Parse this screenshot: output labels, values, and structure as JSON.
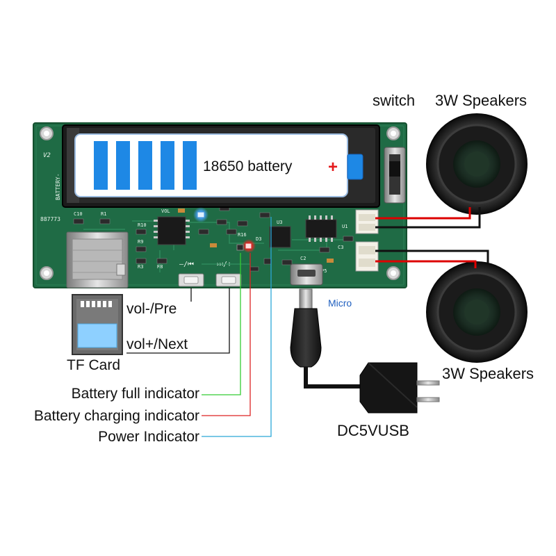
{
  "labels": {
    "switch": "switch",
    "speakers_top": "3W Speakers",
    "speakers_bottom": "3W Speakers",
    "battery": "18650 battery",
    "battery_plus": "+",
    "micro": "Micro",
    "vol_minus": "vol-/Pre",
    "vol_plus": "vol+/Next",
    "tf_card": "TF Card",
    "battery_full": "Battery full indicator",
    "battery_charging": "Battery charging indicator",
    "power_indicator": "Power Indicator",
    "dc5vusb": "DC5VUSB"
  },
  "silkscreen": {
    "board_version": "V2",
    "battery_minus": "BATTERY-",
    "board_id": "887773",
    "c10": "C10",
    "r1": "R1",
    "vol_pad": "VOL",
    "r10": "R10",
    "r9": "R9",
    "r3": "R3",
    "r8": "R8",
    "r16": "R16",
    "d3": "D3",
    "u1": "U1",
    "u3": "U3",
    "c2": "C2",
    "c3": "C3",
    "p5": "P5",
    "button_prev": "—/⏮",
    "button_next": "⏭/+"
  },
  "colors": {
    "pcb": "#1f6b45",
    "battery_level": "#1e88e5",
    "led_full": "#33cc33",
    "led_charging": "#dd2222",
    "led_power": "#2aa8d8",
    "speaker_wire_red": "#dd0000",
    "speaker_wire_black": "#111111"
  },
  "battery_level": {
    "bars_shown": 5
  }
}
